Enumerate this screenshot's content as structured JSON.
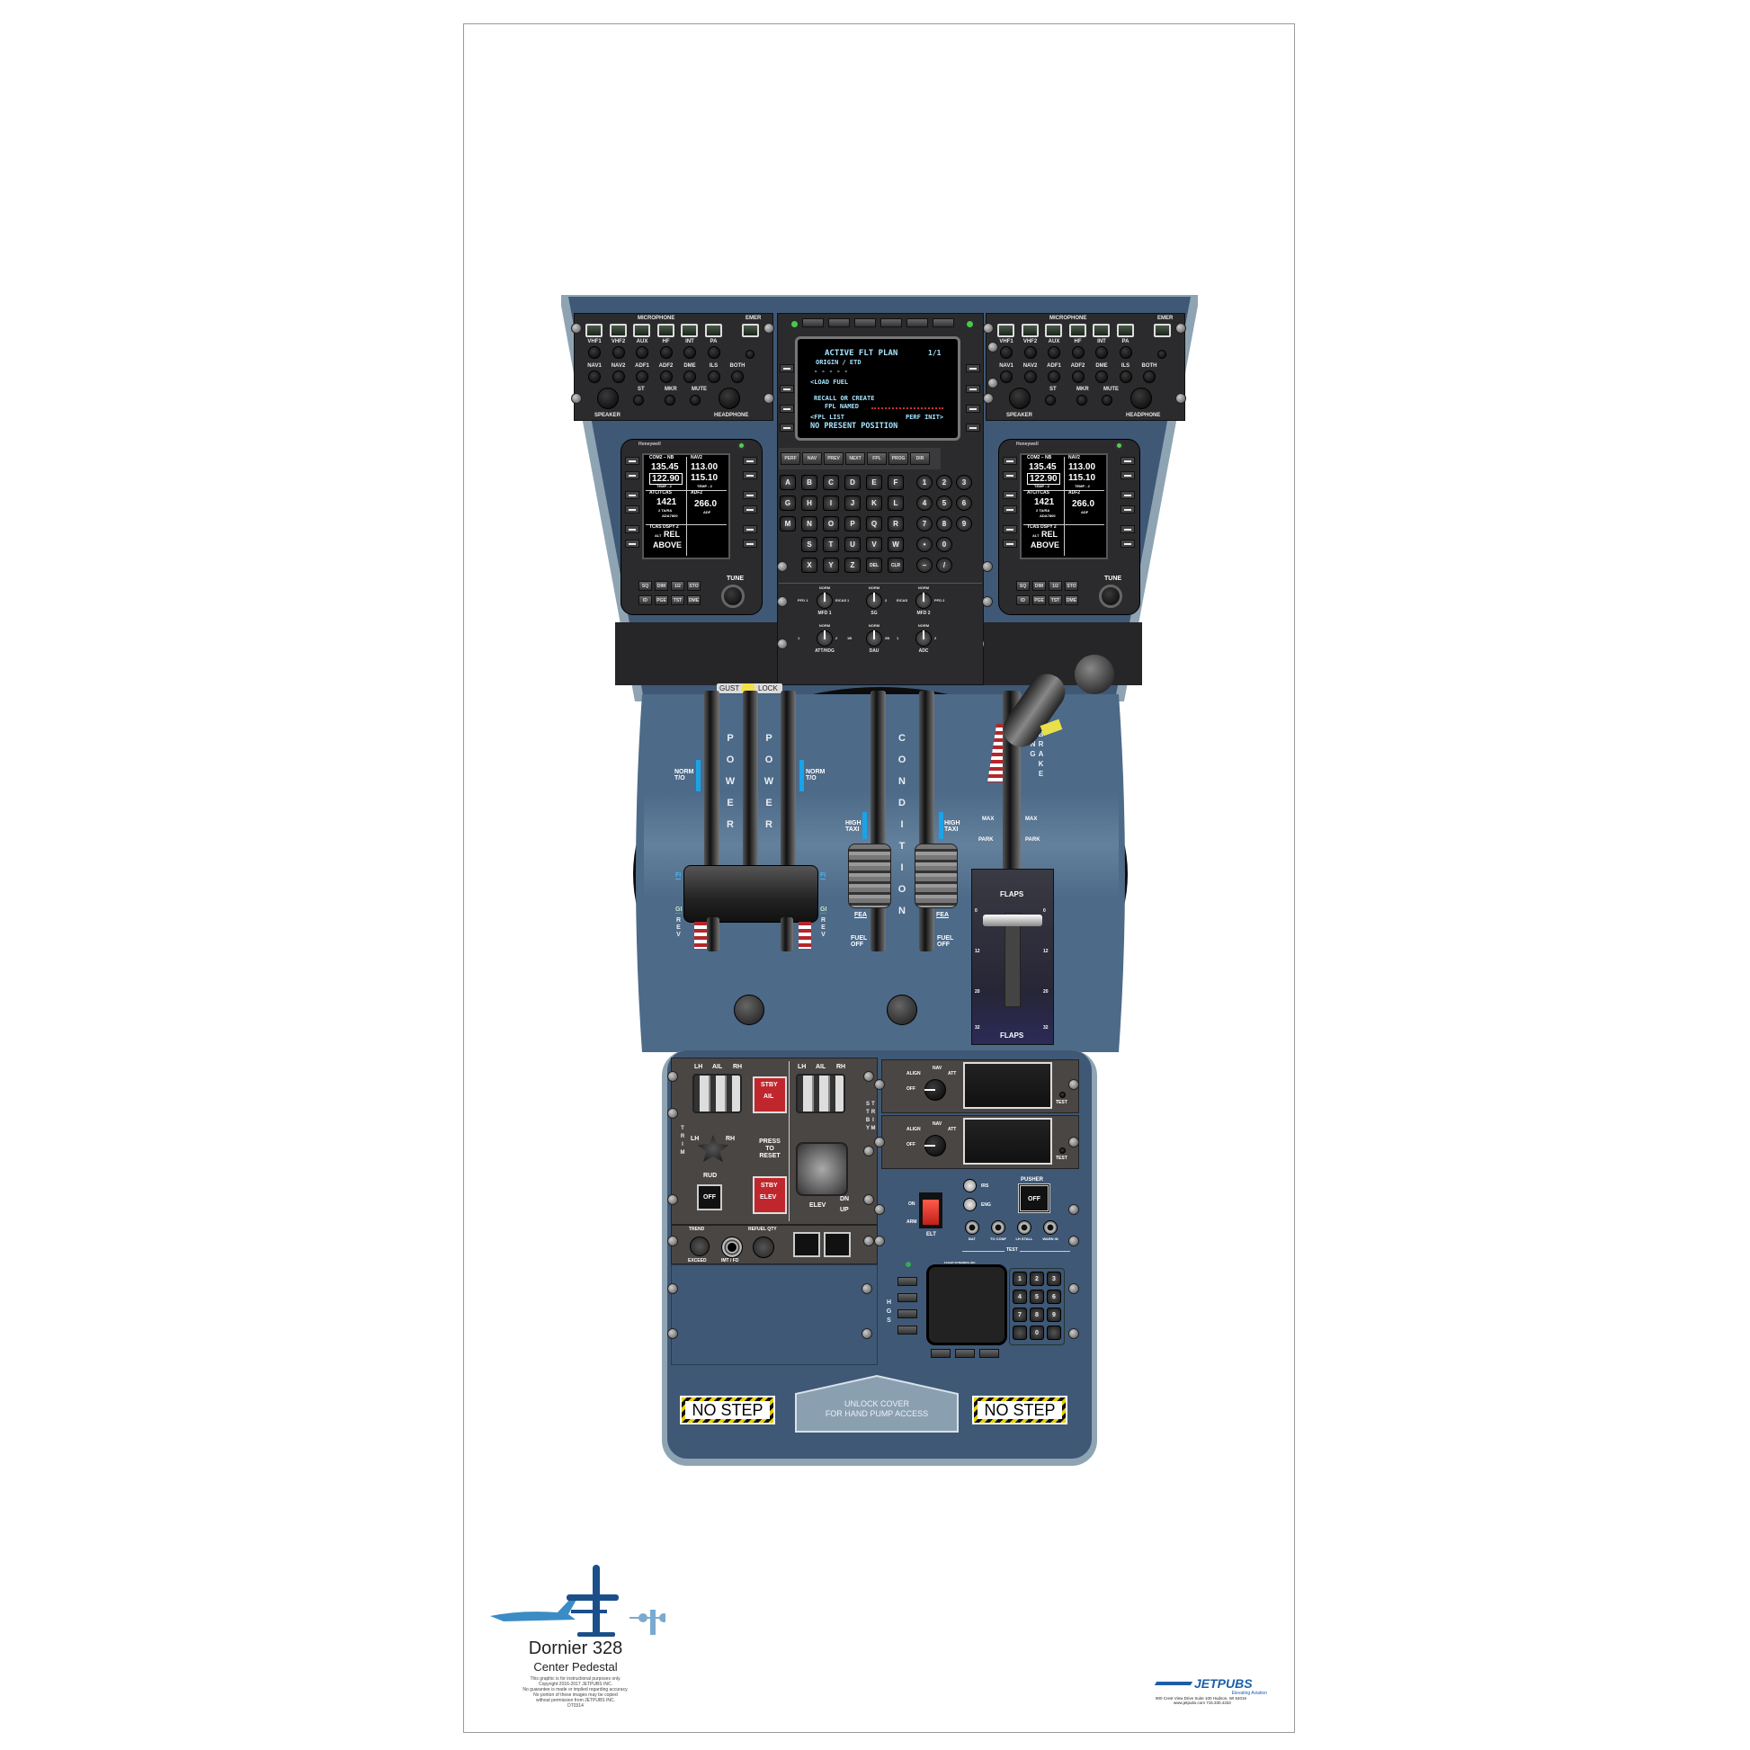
{
  "audio_panel": {
    "microphone": "MICROPHONE",
    "emer": "EMER",
    "mic_buttons": [
      "VHF1",
      "VHF2",
      "AUX",
      "HF",
      "INT",
      "PA"
    ],
    "nav_row": [
      "NAV1",
      "NAV2",
      "ADF1",
      "ADF2",
      "DME",
      "ILS",
      "BOTH"
    ],
    "st": "ST",
    "mkr": "MKR",
    "mute": "MUTE",
    "speaker": "SPEAKER",
    "headphone": "HEADPHONE"
  },
  "fms": {
    "screen": {
      "title": "ACTIVE FLT PLAN",
      "page": "1/1",
      "origin": "ORIGIN / ETD",
      "dashes": "- - - - -",
      "load_fuel": "<LOAD FUEL",
      "recall": "RECALL OR CREATE",
      "fpl_named": "FPL NAMED",
      "fpl_list": "<FPL LIST",
      "perf_init": "PERF INIT>",
      "no_position": "NO PRESENT POSITION"
    },
    "function_keys": [
      "PERF",
      "NAV",
      "PREV",
      "NEXT",
      "FPL",
      "PROG",
      "DIR"
    ],
    "letters": [
      [
        "A",
        "B",
        "C",
        "D",
        "E",
        "F"
      ],
      [
        "G",
        "H",
        "I",
        "J",
        "K",
        "L"
      ],
      [
        "M",
        "N",
        "O",
        "P",
        "Q",
        "R"
      ],
      [
        "",
        "S",
        "T",
        "U",
        "V",
        "W"
      ],
      [
        "",
        "X",
        "Y",
        "Z",
        "DEL",
        "CLR"
      ]
    ],
    "numbers": [
      [
        "1",
        "2",
        "3"
      ],
      [
        "4",
        "5",
        "6"
      ],
      [
        "7",
        "8",
        "9"
      ],
      [
        "•",
        "0",
        ""
      ],
      [
        "–",
        "/",
        ""
      ]
    ],
    "selectors": [
      {
        "name": "MFD 1",
        "norm": "NORM",
        "left": "PFD 1",
        "right": "EICAS"
      },
      {
        "name": "SG",
        "norm": "NORM",
        "left": "1",
        "right": "2"
      },
      {
        "name": "MFD 2",
        "norm": "NORM",
        "left": "EICAS",
        "right": "PFD 2"
      },
      {
        "name": "ATT/HDG",
        "norm": "NORM",
        "left": "1",
        "right": "2"
      },
      {
        "name": "DAU",
        "norm": "NORM",
        "left": "1B",
        "right": "2B"
      },
      {
        "name": "ADC",
        "norm": "NORM",
        "left": "1",
        "right": "2"
      }
    ]
  },
  "radio": {
    "brand": "Honeywell",
    "com_label": "COM2 – NB",
    "com_active": "135.45",
    "com_standby": "122.90",
    "com_temp": "TEMP - 2",
    "nav_label": "NAV2",
    "nav_active": "113.00",
    "nav_standby": "115.10",
    "nav_temp": "TEMP - 2",
    "atc_label": "ATC/TCAS",
    "squawk": "1421",
    "atc_mode": "2 TA/RA",
    "atc_alt": "ADA7800",
    "adf_label": "ADF2",
    "adf_freq": "266.0",
    "adf_mode": "ADF",
    "tcas_label": "TCAS DSPY 2",
    "alt": "ALT",
    "rel": "REL",
    "above": "ABOVE",
    "buttons": [
      "SQ",
      "DIM",
      "1/2",
      "STO",
      "ID",
      "PGE",
      "TST",
      "DME"
    ],
    "tune": "TUNE"
  },
  "quadrant": {
    "gust": "GUST",
    "lock": "LOCK",
    "power": "POWER",
    "norm_to": "NORM T/O",
    "fi": "FI",
    "gi": "GI",
    "rev": "REV",
    "condition": "CONDITION",
    "high_taxi": "HIGH TAXI",
    "fea": "FEA",
    "fuel_off": "FUEL OFF",
    "parking_brake": "ING BRAKE",
    "max": "MAX",
    "park": "PARK",
    "flaps": "FLAPS",
    "flap_marks": [
      "0",
      "12",
      "20",
      "32"
    ]
  },
  "trim_panel": {
    "lh": "LH",
    "ail": "AIL",
    "rh": "RH",
    "trim": "TRIM",
    "stby_ail": [
      "STBY",
      "AIL"
    ],
    "press_to_reset": "PRESS TO RESET",
    "stby_elev": [
      "STBY",
      "ELEV"
    ],
    "rud": "RUD",
    "off": "OFF",
    "stby_trim": "STBY TRIM",
    "elev": "ELEV",
    "dn": "DN",
    "up": "UP",
    "trend": "TREND",
    "exceed": "EXCEED",
    "imt_fd": "IMT / FD",
    "refuel_qty": "REFUEL QTY"
  },
  "irs_panel": {
    "align": "ALIGN",
    "nav": "NAV",
    "att": "ATT",
    "off": "OFF",
    "test": "TEST"
  },
  "misc_panel": {
    "on": "ON",
    "arm": "ARM",
    "elt": "ELT",
    "lights": [
      "IRS",
      "ENG"
    ],
    "pusher": "PUSHER",
    "off": "OFF",
    "tests": [
      "BAT",
      "TO CONF",
      "LH STALL",
      "WARN IN"
    ],
    "test": "TEST"
  },
  "hgs": {
    "label": "HGS",
    "maker": "FLIGHT DYNAMICS, INC",
    "keypad": [
      "1",
      "2",
      "3",
      "4",
      "5",
      "6",
      "7",
      "8",
      "9",
      "",
      "0",
      ""
    ]
  },
  "floor": {
    "no_step": "NO STEP",
    "cover_line1": "UNLOCK COVER",
    "cover_line2": "FOR HAND PUMP ACCESS"
  },
  "title_block": {
    "title": "Dornier 328",
    "subtitle": "Center Pedestal",
    "disclaimer": [
      "This graphic is for instructional purposes only.",
      "Copyright 2016-2017 JETPUBS INC.",
      "No guarantee is made or implied regarding accuracy.",
      "No portion of these images may be copied",
      "without permission from JETPUBS INC.",
      "DT0314"
    ]
  },
  "brand": {
    "name": "JETPUBS",
    "tagline": "Elevating Aviation",
    "address": "900 Crest View Drive   Suite 100   Hudson, WI 54016",
    "web": "www.jetpubs.com     715.330.4333"
  },
  "colors": {
    "pedestal": "#3f5876",
    "panel": "#2b2b2d",
    "accent": "#1aa3e8",
    "brand": "#1b5fa8"
  }
}
